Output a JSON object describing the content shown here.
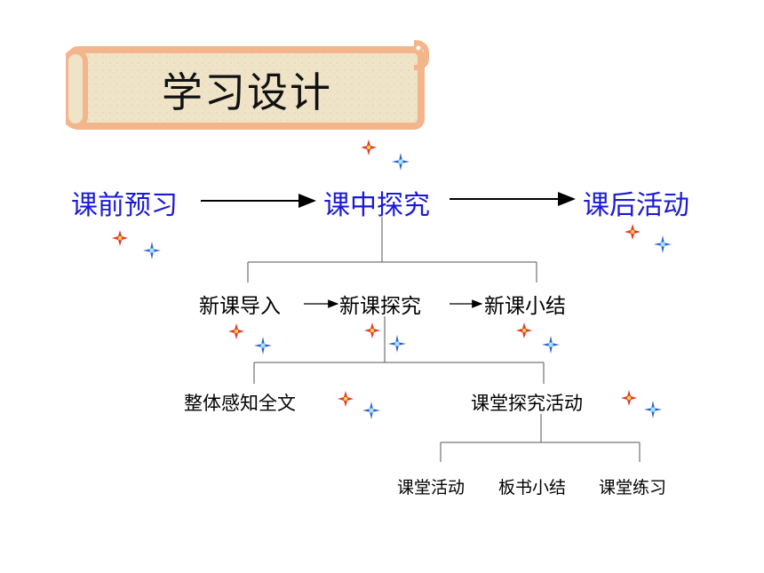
{
  "title": "学习设计",
  "level1": [
    "课前预习",
    "课中探究",
    "课后活动"
  ],
  "level2": [
    "新课导入",
    "新课探究",
    "新课小结"
  ],
  "level3": [
    "整体感知全文",
    "课堂探究活动"
  ],
  "level4": [
    "课堂活动",
    "板书小结",
    "课堂练习"
  ],
  "colors": {
    "level1_text": "#1a1ad6",
    "scroll_border": "#f3b58c",
    "scroll_fill": "#efe3c8"
  }
}
